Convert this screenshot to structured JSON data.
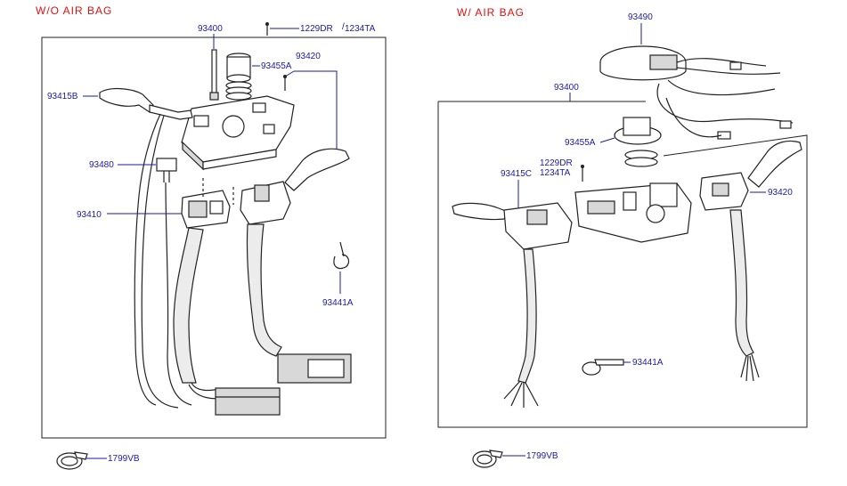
{
  "sections": {
    "left": {
      "title": "W/O  AIR  BAG"
    },
    "right": {
      "title": "W/  AIR  BAG"
    }
  },
  "labels": {
    "left": {
      "p93400": "93400",
      "p1229": "1229DR",
      "p1234": "1234TA",
      "p93455A": "93455A",
      "p93420": "93420",
      "p93415B": "93415B",
      "p93480": "93480",
      "p93410": "93410",
      "p93441A": "93441A",
      "p1799VB": "1799VB"
    },
    "right": {
      "p93490": "93490",
      "p93400": "93400",
      "p93455A": "93455A",
      "p1229": "1229DR",
      "p1234": "1234TA",
      "p93415C": "93415C",
      "p93420": "93420",
      "p93441A": "93441A",
      "p1799VB": "1799VB"
    }
  }
}
